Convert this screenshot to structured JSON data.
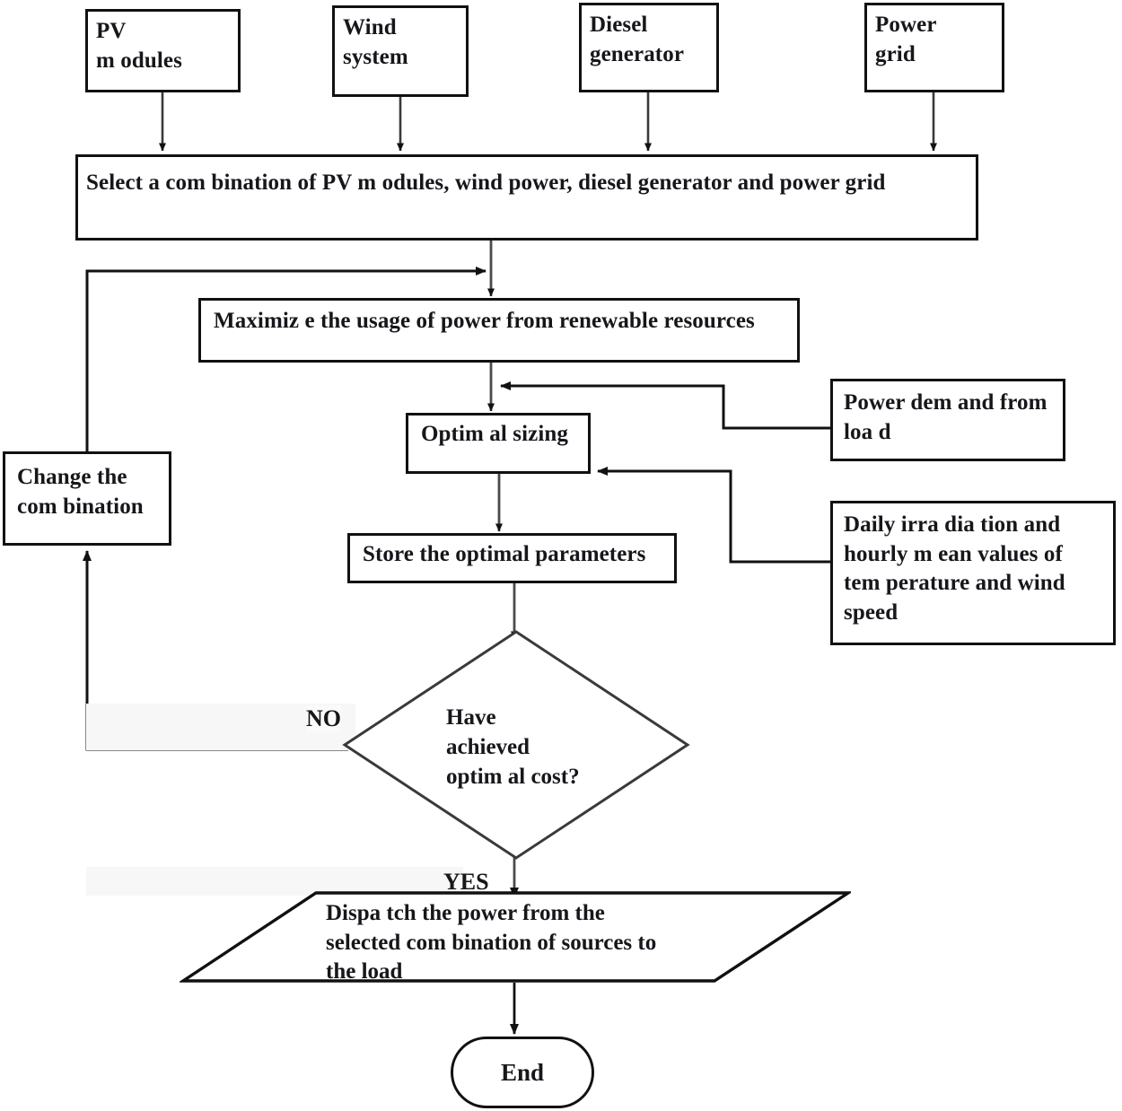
{
  "diagram": {
    "title": "Hybrid power system optimal sizing and dispatch flowchart",
    "stroke_color": "#111111",
    "text_color": "#16171b",
    "background": "#ffffff"
  },
  "sources": [
    {
      "id": "pv",
      "line1": "PV",
      "line2": "m odules"
    },
    {
      "id": "wind",
      "line1": "Wind",
      "line2": "system"
    },
    {
      "id": "diesel",
      "line1": "Diesel",
      "line2": "generator"
    },
    {
      "id": "grid",
      "line1": "Power",
      "line2": "grid"
    }
  ],
  "process": {
    "select": "Select a com bination of PV m odules, wind power, diesel generator and power grid",
    "maximize": "Maximiz e the usage of power from renewable resources",
    "optimal_sizing": "Optim al sizing",
    "store": "Store the optimal parameters",
    "change_combination_line1": "Change the",
    "change_combination_line2": "com bination"
  },
  "inputs": {
    "power_demand_line1": "Power dem and from",
    "power_demand_line2": "loa d",
    "irradiation_line1": "Daily irra dia tion and",
    "irradiation_line2": "hourly m ean values of",
    "irradiation_line3": "tem perature and wind",
    "irradiation_line4": "speed"
  },
  "decision": {
    "line1": "Have",
    "line2": "achieved",
    "line3": "optim al cost?",
    "branch_no": "NO",
    "branch_yes": "YES"
  },
  "dispatch": {
    "line1": "Dispa tch the power from the",
    "line2": "selected com bination of sources to",
    "line3": "the load"
  },
  "terminator": {
    "end": "End"
  }
}
